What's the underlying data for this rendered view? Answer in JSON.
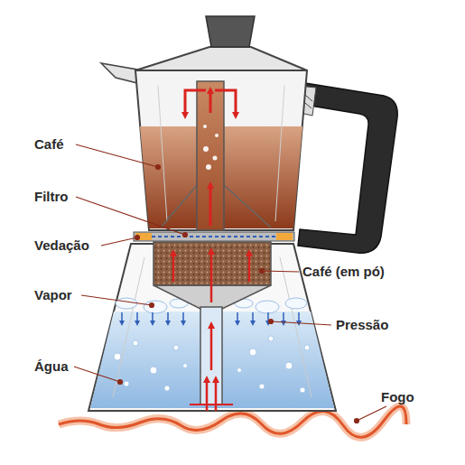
{
  "diagram": {
    "labels": [
      "Café",
      "Filtro",
      "Vedação",
      "Vapor",
      "Água",
      "Café (em pó)",
      "Pressão",
      "Fogo"
    ]
  }
}
